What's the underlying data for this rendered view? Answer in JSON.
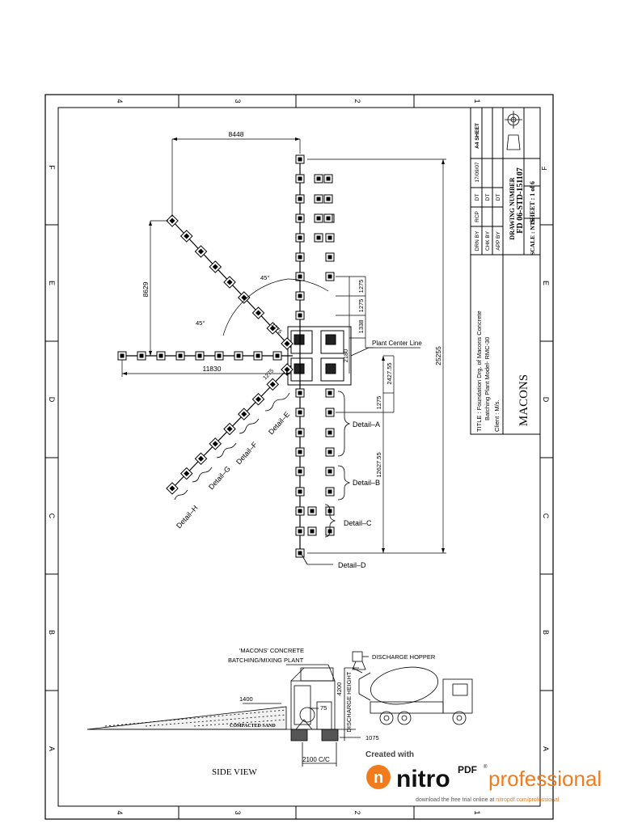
{
  "grid": {
    "columns": [
      "4",
      "3",
      "2",
      "1"
    ],
    "rows": [
      "F",
      "E",
      "D",
      "C",
      "B",
      "A"
    ]
  },
  "title_block": {
    "sheet_size": "A4 SHEET",
    "drn_by_label": "DRN BY",
    "drn_by": "RCP",
    "chk_by_label": "CHK BY",
    "app_by_label": "APP BY",
    "dt_label": "DT",
    "date": "17/09/07",
    "drawing_number_label": "DRAWING NUMBER",
    "drawing_number": "FD 06-STD-151107",
    "scale": "SCALE : NTS",
    "sheet": "SHEET : 1 of 6",
    "title_line1": "TITLE : Foundation Drg. of Macons Concrete",
    "title_line2": "Batching Plant Model- RMC-30",
    "client": "Client : M/s.",
    "company": "MACONS",
    "rev_letter": "F"
  },
  "plan": {
    "dims": {
      "top_width": "8448",
      "diag_height": "8629",
      "left_width": "11830",
      "total_height": "25255",
      "d_1275a": "1275",
      "d_1275b": "1275",
      "d_1338": "1338",
      "d_2180": "2180",
      "d_2427": "2427.55",
      "d_1275c": "1275",
      "d_12627": "12627.55",
      "diag_1275a": "1275",
      "diag_1275b": "1275",
      "angle_a": "45°",
      "angle_b": "45°"
    },
    "center_line_label": "Plant Center Line",
    "details": {
      "a": "Detail–A",
      "b": "Detail–B",
      "c": "Detail–C",
      "d": "Detail–D",
      "e": "Detail–E",
      "f": "Detail–F",
      "g": "Detail–G",
      "h": "Detail–H"
    }
  },
  "side_view": {
    "plant_label_line1": "'MACONS' CONCRETE",
    "plant_label_line2": "BATCHING/MIXING PLANT",
    "hopper_label": "DISCHARGE HOPPER",
    "height_label": "4200",
    "discharge_height": "DISCHARGE HEIGHT",
    "dim_1400": "1400",
    "dim_75": "75",
    "dim_1075": "1075",
    "sand_label": "COMPACTED SAND",
    "cc_label": "2100 C/C",
    "view_title": "SIDE VIEW"
  },
  "watermark": {
    "created_with": "Created with",
    "brand_main": "nitro",
    "brand_sup": "PDF",
    "brand_tail": "professional",
    "download_text": "download the free trial online at",
    "download_link": "nitropdf.com/professional"
  },
  "colors": {
    "ink": "#000000",
    "nitro_orange": "#f07c1e",
    "watermark_gray": "#555555"
  }
}
